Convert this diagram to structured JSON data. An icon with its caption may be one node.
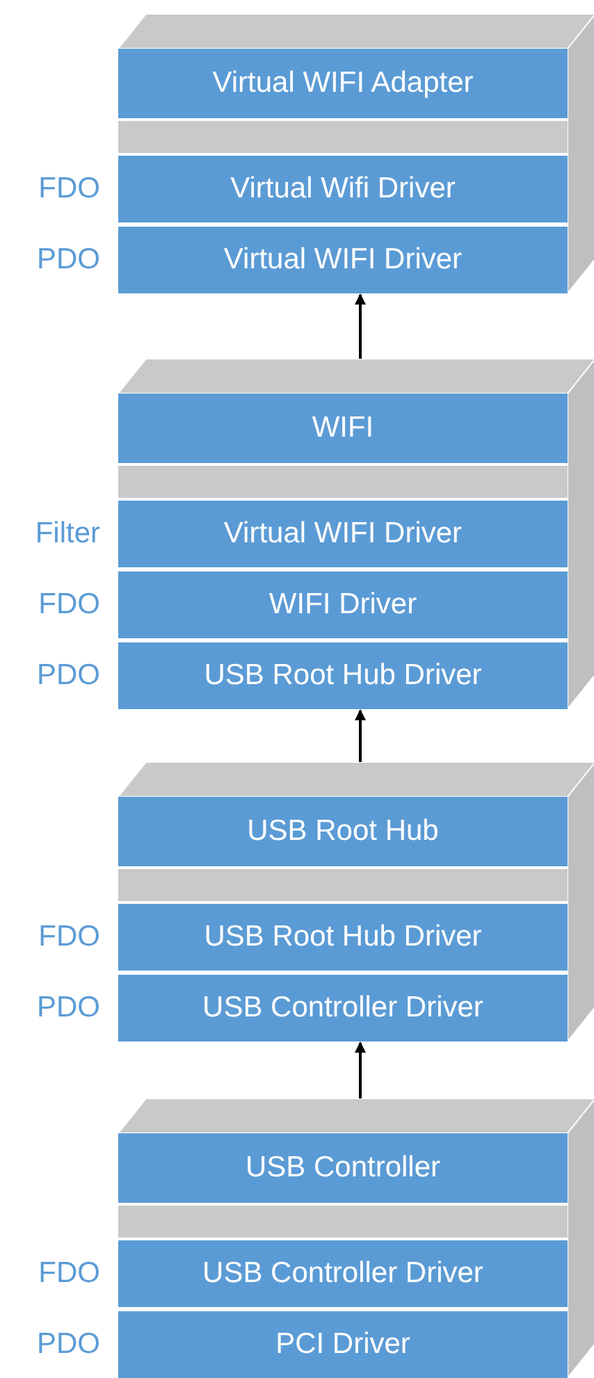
{
  "diagram": {
    "nodes": [
      {
        "text": [],
        "shape": "box"
      },
      {
        "text": [
          "Virtual WIFI Adapter"
        ],
        "in": 0
      },
      {
        "text": [],
        "shape": "bar",
        "in": 0
      },
      {
        "text": [
          "Virtual Wifi Driver"
        ],
        "in": 0,
        "beside": [
          "FDO"
        ]
      },
      {
        "text": [
          "Virtual WIFI Driver"
        ],
        "in": 0,
        "beside": [
          "PDO"
        ]
      },
      {
        "text": [],
        "shape": "box"
      },
      {
        "text": [
          "WIFI"
        ],
        "in": 5
      },
      {
        "text": [],
        "shape": "bar",
        "in": 5
      },
      {
        "text": [
          "Virtual WIFI Driver"
        ],
        "in": 5,
        "beside": [
          "Filter"
        ]
      },
      {
        "text": [
          "WIFI Driver"
        ],
        "in": 5,
        "beside": [
          "FDO"
        ]
      },
      {
        "text": [
          "USB Root Hub Driver"
        ],
        "in": 5,
        "beside": [
          "PDO"
        ]
      },
      {
        "text": [],
        "shape": "box"
      },
      {
        "text": [
          "USB Root Hub"
        ],
        "in": 11
      },
      {
        "text": [],
        "shape": "bar",
        "in": 11
      },
      {
        "text": [
          "USB Root Hub Driver"
        ],
        "in": 11,
        "beside": [
          "FDO"
        ]
      },
      {
        "text": [
          "USB Controller Driver"
        ],
        "in": 11,
        "beside": [
          "PDO"
        ]
      },
      {
        "text": [],
        "shape": "box"
      },
      {
        "text": [
          "USB Controller"
        ],
        "in": 16
      },
      {
        "text": [],
        "shape": "bar",
        "in": 16
      },
      {
        "text": [
          "USB Controller Driver"
        ],
        "in": 16,
        "beside": [
          "FDO"
        ]
      },
      {
        "text": [
          "PCI Driver"
        ],
        "in": 16,
        "beside": [
          "PDO"
        ]
      }
    ],
    "edges": [
      {
        "from": 5,
        "to": 0,
        "arrow": "to"
      },
      {
        "from": 11,
        "to": 5,
        "arrow": "to"
      },
      {
        "from": 16,
        "to": 11,
        "arrow": "to"
      }
    ]
  }
}
